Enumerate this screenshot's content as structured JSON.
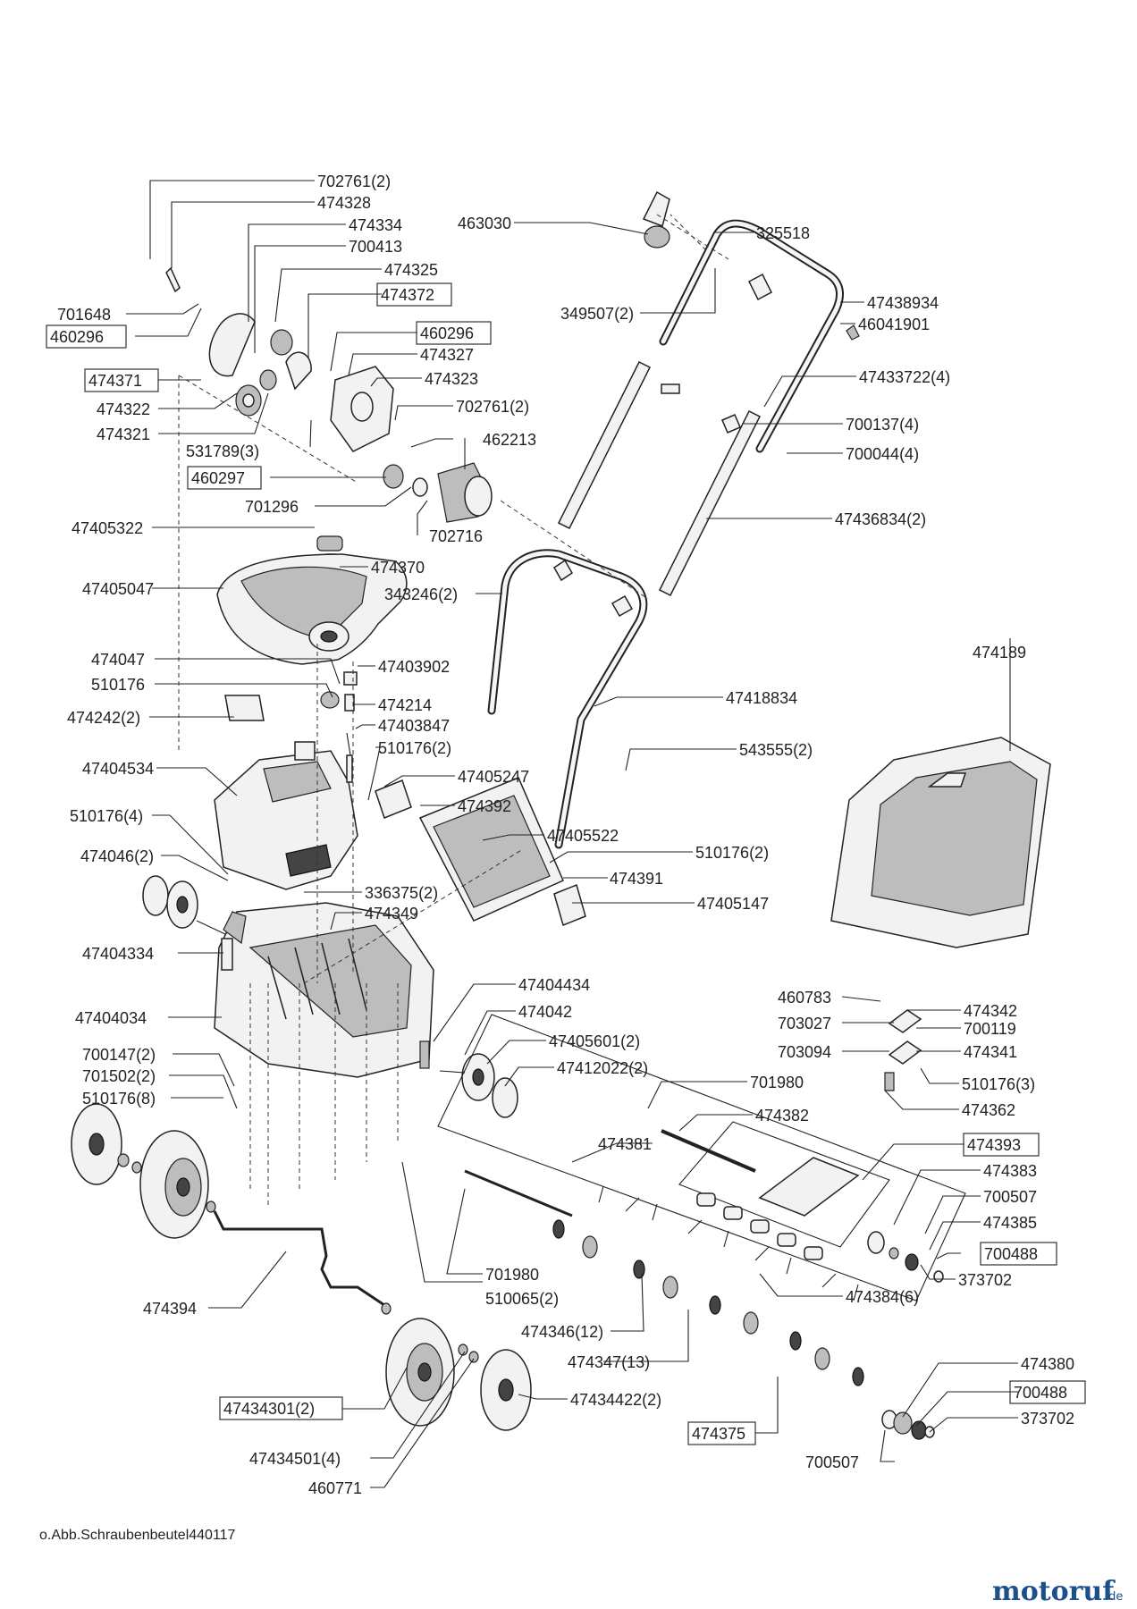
{
  "labels": {
    "l702761_2a": "702761(2)",
    "l474328": "474328",
    "l474334": "474334",
    "l700413": "700413",
    "l474325": "474325",
    "l474372": "474372",
    "l701648": "701648",
    "l460296a": "460296",
    "l460296b": "460296",
    "l474327": "474327",
    "l474371": "474371",
    "l474323": "474323",
    "l474322": "474322",
    "l702761_2b": "702761(2)",
    "l474321": "474321",
    "l531789_3": "531789(3)",
    "l462213": "462213",
    "l460297": "460297",
    "l701296": "701296",
    "l702716": "702716",
    "l47405322": "47405322",
    "l474370": "474370",
    "l47405047": "47405047",
    "l474047": "474047",
    "l47403902": "47403902",
    "l510176a": "510176",
    "l474214": "474214",
    "l474242_2": "474242(2)",
    "l47403847": "47403847",
    "l510176_2a": "510176(2)",
    "l47404534": "47404534",
    "l47405247": "47405247",
    "l510176_4": "510176(4)",
    "l474392": "474392",
    "l47405522": "47405522",
    "l474046_2": "474046(2)",
    "l510176_2b": "510176(2)",
    "l474391": "474391",
    "l336375_2": "336375(2)",
    "l47405147": "47405147",
    "l474349": "474349",
    "l47404334": "47404334",
    "l47404034": "47404034",
    "l700147_2": "700147(2)",
    "l701502_2": "701502(2)",
    "l510176_8": "510176(8)",
    "l463030": "463030",
    "l325518": "325518",
    "l47438934": "47438934",
    "l349507_2": "349507(2)",
    "l46041901": "46041901",
    "l47433722_4": "47433722(4)",
    "l700137_4": "700137(4)",
    "l700044_4": "700044(4)",
    "l47436834_2": "47436834(2)",
    "l343246_2": "343246(2)",
    "l474189": "474189",
    "l47418834": "47418834",
    "l543555_2": "543555(2)",
    "l47404434": "47404434",
    "l474042": "474042",
    "l47405601_2": "47405601(2)",
    "l47412022_2": "47412022(2)",
    "l460783": "460783",
    "l474342": "474342",
    "l703027": "703027",
    "l700119": "700119",
    "l703094": "703094",
    "l474341": "474341",
    "l510176_3": "510176(3)",
    "l474362": "474362",
    "l701980a": "701980",
    "l474382": "474382",
    "l474381": "474381",
    "l474393": "474393",
    "l474383": "474383",
    "l700507a": "700507",
    "l474385": "474385",
    "l700488a": "700488",
    "l373702a": "373702",
    "l701980b": "701980",
    "l510065_2": "510065(2)",
    "l474384_6": "474384(6)",
    "l474394": "474394",
    "l474346_12": "474346(12)",
    "l474347_13": "474347(13)",
    "l474380": "474380",
    "l700488b": "700488",
    "l373702b": "373702",
    "l47434301_2": "47434301(2)",
    "l47434422_2": "47434422(2)",
    "l474375": "474375",
    "l47434501_4": "47434501(4)",
    "l700507b": "700507",
    "l460771": "460771"
  },
  "footer": {
    "note": "o.Abb.Schraubenbeutel440117",
    "logo_main": "motoruf",
    "logo_tld": ".de"
  },
  "colors": {
    "line": "#222222",
    "logo": "#1c4f8c",
    "background": "#ffffff"
  }
}
